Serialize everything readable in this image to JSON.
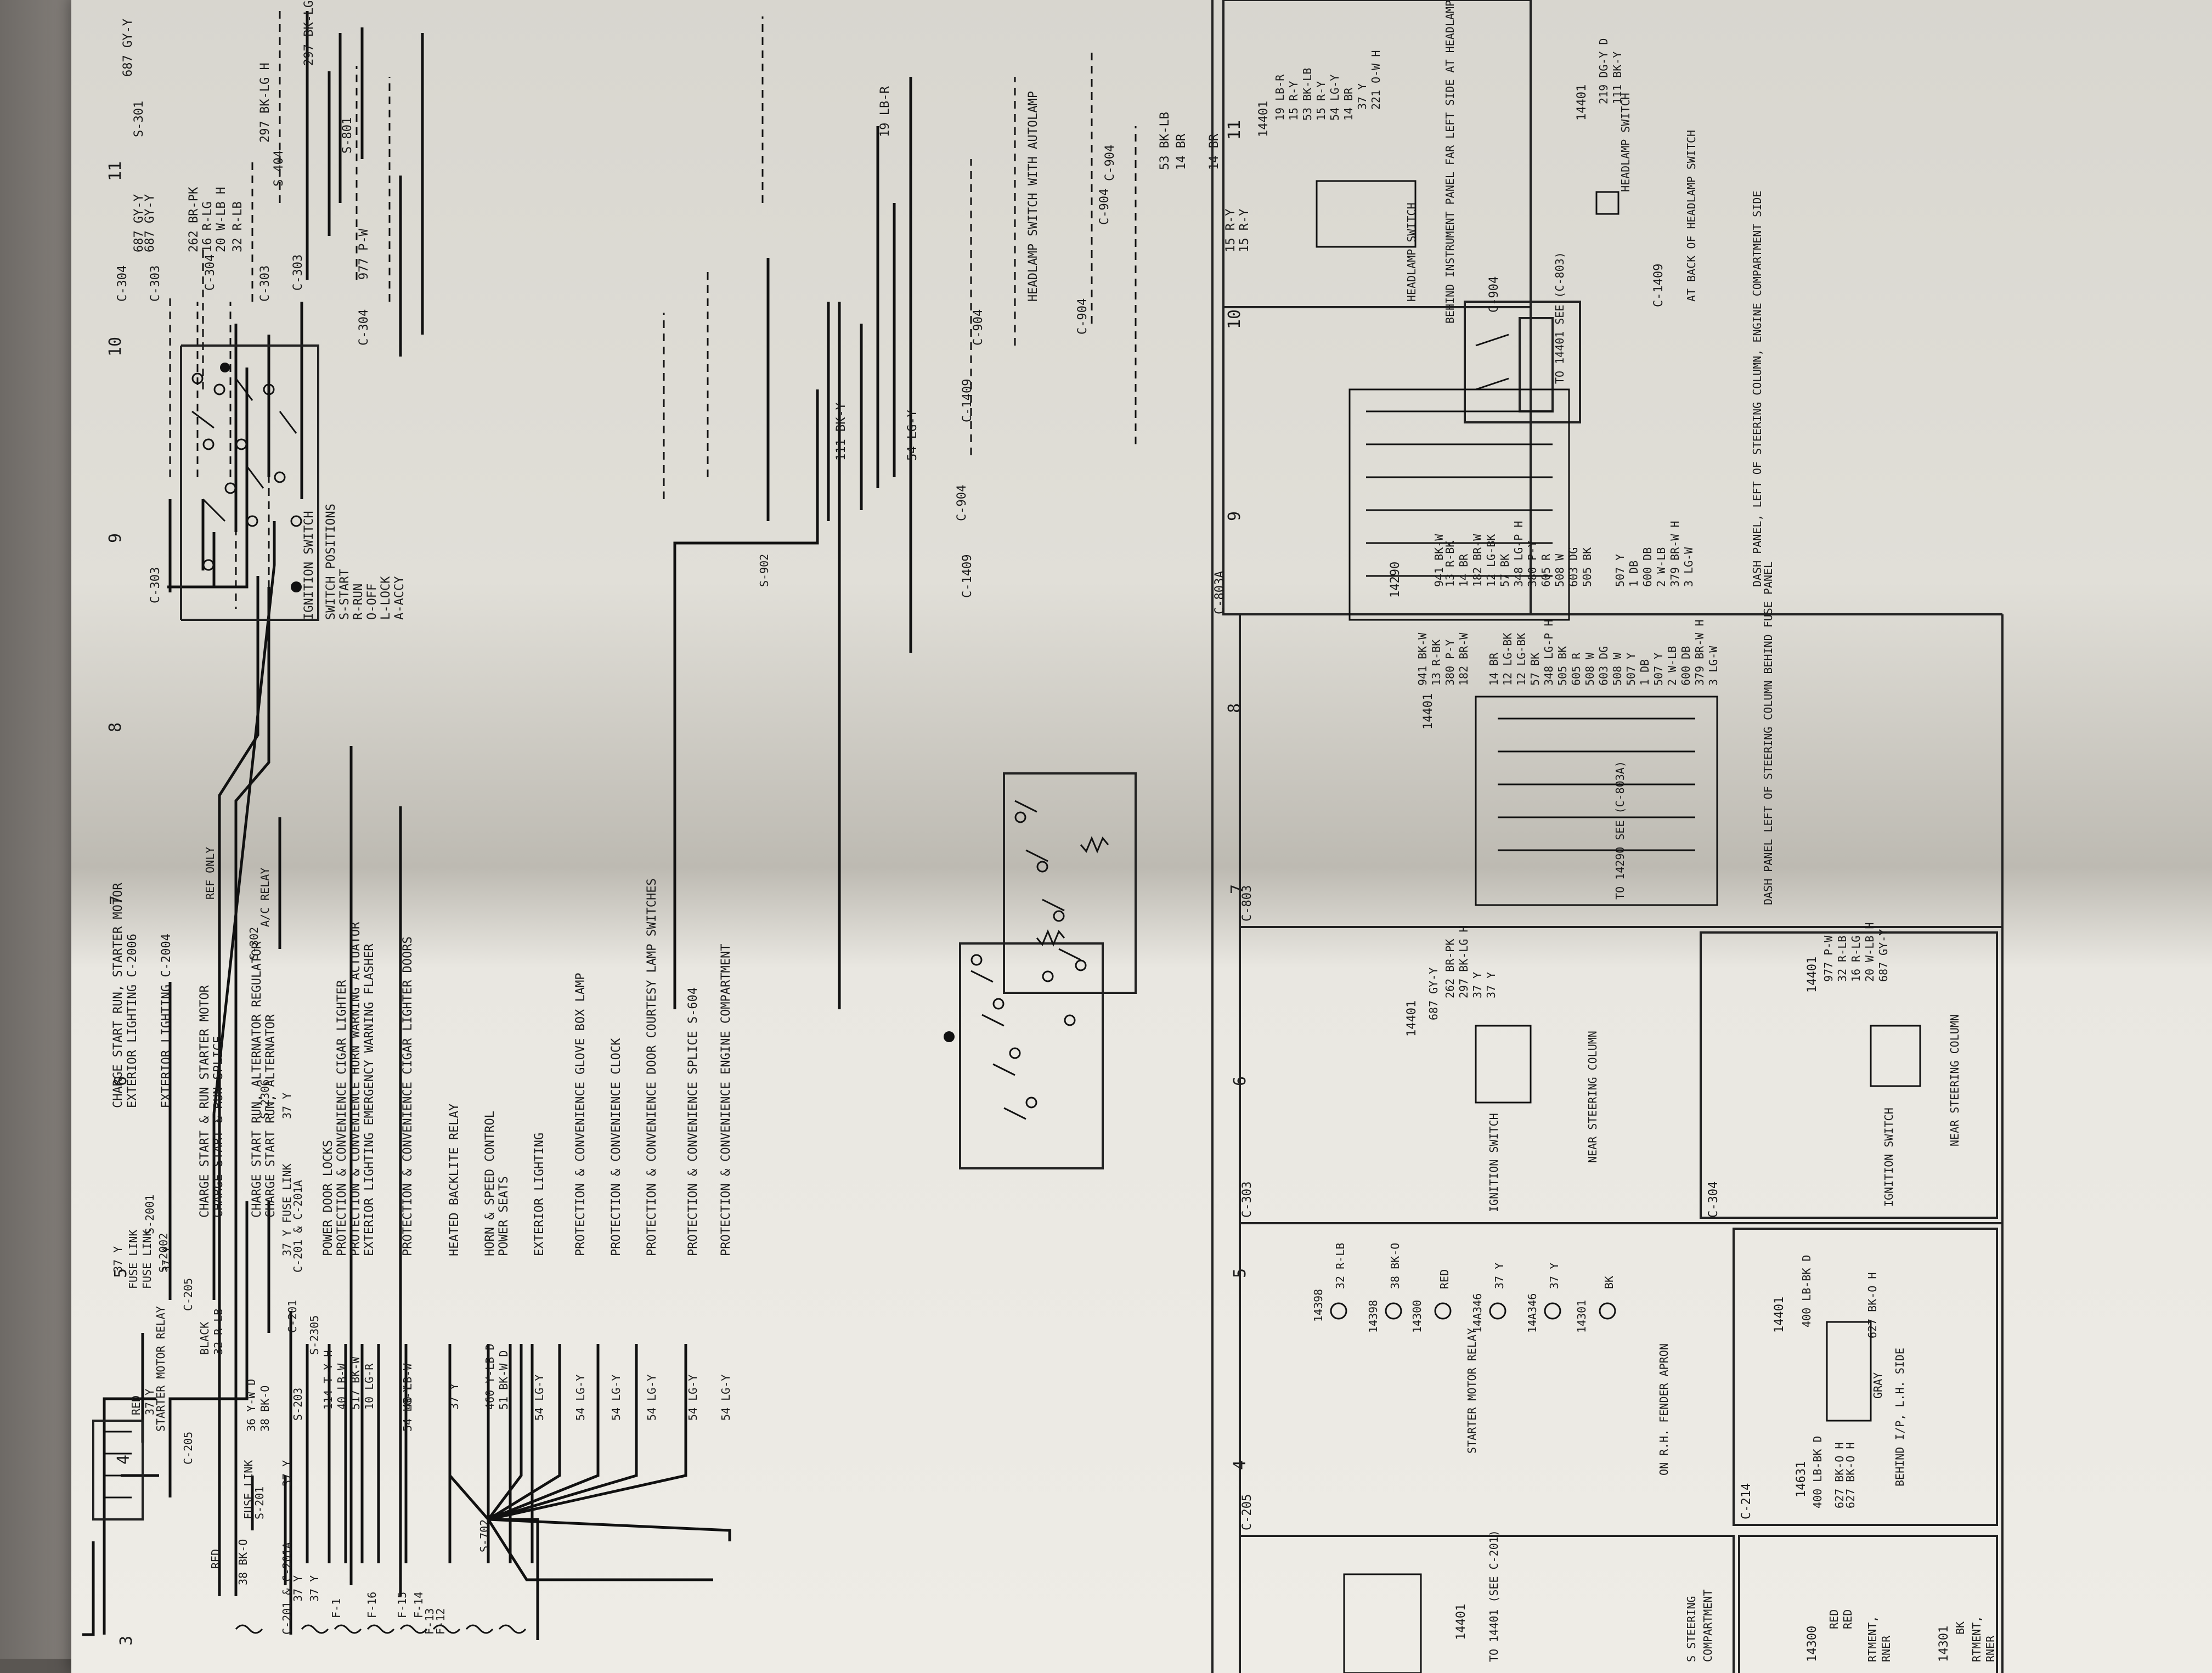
{
  "grid_numbers": [
    "3",
    "4",
    "5",
    "6",
    "7",
    "8",
    "9",
    "10",
    "11"
  ],
  "fuse_section": {
    "wire_labels": [
      "RED",
      "37 Y",
      "RED",
      "38 BK-O",
      "36 Y-W D",
      "38 BK-O",
      "37 Y",
      "37 Y",
      "37 Y",
      "37 Y",
      "54 LG-Y",
      "54 LG-Y",
      "54 LG-Y",
      "54 LG-Y",
      "54 LG-Y",
      "54 LG-Y",
      "54 LG-Y"
    ],
    "connectors": [
      "C-205",
      "C-205",
      "C-201 & C-201A",
      "C-201",
      "C-201 & C-201A",
      "S-201",
      "S-203",
      "S-2305",
      "S-702",
      "F-1",
      "F-16",
      "F-15",
      "F-14",
      "F-13",
      "F-12"
    ],
    "splices": [
      "S-2002",
      "S-2001",
      "S-2306",
      "S-302",
      "S-902"
    ],
    "starter_relay": "STARTER MOTOR RELAY",
    "fuse_links": [
      "FUSE LINK",
      "FUSE LINK",
      "FUSE LINK",
      "37 Y FUSE LINK"
    ],
    "circuits": [
      {
        "wire": "37 Y",
        "desc": "CHARGE START RUN, STARTER MOTOR"
      },
      {
        "wire": "",
        "desc": "EXTERIOR LIGHTING C-2006"
      },
      {
        "wire": "37 Y",
        "desc": "EXTERIOR LIGHTING C-2004"
      },
      {
        "wire": "BLACK",
        "desc": "CHARGE START & RUN STARTER MOTOR"
      },
      {
        "wire": "32 R-LB",
        "desc": "CHARGE START & RUN SPLICE"
      },
      {
        "wire": "",
        "desc": "CHARGE START RUN, ALTERNATOR REGULATOR"
      },
      {
        "wire": "",
        "desc": "CHARGE START RUN, ALTERNATOR"
      },
      {
        "wire": "114 T-Y H",
        "desc": "POWER DOOR LOCKS"
      },
      {
        "wire": "40 LB-W",
        "desc": "PROTECTION & CONVENIENCE CIGAR LIGHTER"
      },
      {
        "wire": "517 BK-W",
        "desc": "PROTECTION & CONVENIENCE HORN WARNING ACTUATOR"
      },
      {
        "wire": "10 LG-R",
        "desc": "EXTERIOR LIGHTING EMERGENCY WARNING FLASHER"
      },
      {
        "wire": "40 LB-W",
        "desc": "PROTECTION & CONVENIENCE CIGAR LIGHTER DOORS"
      },
      {
        "wire": "37 Y",
        "desc": "HEATED BACKLITE RELAY"
      },
      {
        "wire": "460 Y-LB D",
        "desc": "HORN & SPEED CONTROL"
      },
      {
        "wire": "51 BK-W D",
        "desc": "POWER SEATS"
      },
      {
        "wire": "54 LG-Y",
        "desc": "EXTERIOR LIGHTING"
      },
      {
        "wire": "54 LG-Y",
        "desc": "PROTECTION & CONVENIENCE GLOVE BOX LAMP"
      },
      {
        "wire": "54 LG-Y",
        "desc": "PROTECTION & CONVENIENCE CLOCK"
      },
      {
        "wire": "54 LG-Y",
        "desc": "PROTECTION & CONVENIENCE DOOR COURTESY LAMP SWITCHES"
      },
      {
        "wire": "54 LG-Y",
        "desc": "PROTECTION & CONVENIENCE SPLICE S-604"
      },
      {
        "wire": "54 LG-Y",
        "desc": "PROTECTION & CONVENIENCE ENGINE COMPARTMENT"
      }
    ],
    "ref_only": "REF ONLY",
    "ac_relay": "A/C RELAY"
  },
  "ignition_switch": {
    "title": "IGNITION SWITCH",
    "positions_title": "SWITCH POSITIONS",
    "positions": [
      "S-START",
      "R-RUN",
      "O-OFF",
      "L-LOCK",
      "A-ACCY"
    ],
    "connectors": [
      "C-303",
      "C-303",
      "C-304",
      "C-303",
      "C-304",
      "C-303",
      "C-304"
    ],
    "wires": [
      "687 GY-Y",
      "687 GY-Y",
      "262 BR-PK",
      "16 R-LG",
      "20 W-LB H",
      "32 R-LB",
      "977 P-W",
      "687 GY-Y",
      "297 BK-LG H",
      "297 BK-LG H"
    ],
    "splices": [
      "S-301",
      "S-404",
      "S-801"
    ]
  },
  "headlamp_switch": {
    "title": "HEADLAMP SWITCH WITH AUTOLAMP",
    "connectors": [
      "C-1409",
      "C-904",
      "C-1409",
      "C-904",
      "C-904",
      "C-904",
      "C-904"
    ],
    "wires": [
      "19 LB-R",
      "53 BK-LB",
      "14 BR",
      "14 BR",
      "15 R-Y",
      "15 R-Y",
      "111 BK-Y",
      "54 LG-Y"
    ]
  },
  "connector_views": {
    "c904": {
      "code": "C-904",
      "part": "14401",
      "pins": [
        "19 LB-R",
        "15 R-Y",
        "53 BK-LB",
        "15 R-Y",
        "54 LG-Y",
        "14 BR",
        "37 Y",
        "221 O-W H"
      ],
      "label": "HEADLAMP SWITCH",
      "location": "BEHIND INSTRUMENT PANEL FAR LEFT SIDE AT HEADLAMP SWITCH"
    },
    "c1409": {
      "code": "C-1409",
      "part": "14401",
      "pins": [
        "219 DG-Y D",
        "111 BK-Y"
      ],
      "label": "HEADLAMP SWITCH",
      "location": "AT BACK OF HEADLAMP SWITCH"
    },
    "c803a": {
      "code": "C-803A",
      "part": "14290",
      "to": "TO 14401 SEE (C-803)",
      "pins": [
        "941 BK-W",
        "13 R-BK",
        "14 BR",
        "182 BR-W",
        "12 LG-BK",
        "57 BK",
        "348 LG-P H",
        "380 P-Y",
        "605 R",
        "508 W",
        "603 DG",
        "505 BK",
        "507 Y",
        "1 DB",
        "600 DB",
        "2 W-LB",
        "379 BR-W H",
        "3 LG-W"
      ],
      "location": "DASH PANEL, LEFT OF STEERING COLUMN, ENGINE COMPARTMENT SIDE"
    },
    "c803": {
      "code": "C-803",
      "part": "14401",
      "to": "TO 14290 SEE (C-803A)",
      "pins": [
        "941 BK-W",
        "13 R-BK",
        "380 P-Y",
        "182 BR-W",
        "14 BR",
        "12 LG-BK",
        "12 LG-BK",
        "57 BK",
        "348 LG-P H",
        "505 BK",
        "605 R",
        "508 W",
        "603 DG",
        "508 W",
        "507 Y",
        "1 DB",
        "507 Y",
        "2 W-LB",
        "600 DB",
        "379 BR-W H",
        "3 LG-W"
      ],
      "location": "DASH PANEL LEFT OF STEERING COLUMN BEHIND FUSE PANEL"
    },
    "c303": {
      "code": "C-303",
      "part": "14401",
      "pins": [
        "687 GY-Y",
        "262 BR-PK",
        "297 BK-LG H",
        "37 Y",
        "37 Y"
      ],
      "label": "IGNITION SWITCH",
      "location": "NEAR STEERING COLUMN"
    },
    "c304": {
      "code": "C-304",
      "part": "14401",
      "pins": [
        "977 P-W",
        "32 R-LB",
        "16 R-LG",
        "20 W-LB H",
        "687 GY-Y"
      ],
      "label": "IGNITION SWITCH",
      "location": "NEAR STEERING COLUMN"
    },
    "c205": {
      "code": "C-205",
      "parts": [
        "14398",
        "14398",
        "14300",
        "14A346",
        "14A346",
        "14301"
      ],
      "pins": [
        "32 R-LB",
        "38 BK-O",
        "RED",
        "37 Y",
        "37 Y",
        "BK"
      ],
      "label": "STARTER MOTOR RELAY",
      "location": "ON R.H. FENDER APRON"
    },
    "c214": {
      "code": "C-214",
      "part": "14401",
      "parts2": [
        "14631"
      ],
      "pins": [
        "400 LB-BK D",
        "400 LB-BK D",
        "627 BK-O H",
        "627 BK-O H"
      ],
      "extra": [
        "GRAY"
      ],
      "location": "BEHIND I/P, L.H. SIDE"
    },
    "partial": [
      {
        "part": "14401",
        "text": [
          "TO 14401 (SEE C-201)"
        ]
      },
      {
        "text": [
          "S STEERING",
          "COMPARTMENT"
        ]
      },
      {
        "part": "14300",
        "text": [
          "RED",
          "RED",
          "RTMENT,",
          "RNER"
        ]
      },
      {
        "part": "14301",
        "text": [
          "BK",
          "RTMENT,",
          "RNER"
        ]
      }
    ]
  }
}
